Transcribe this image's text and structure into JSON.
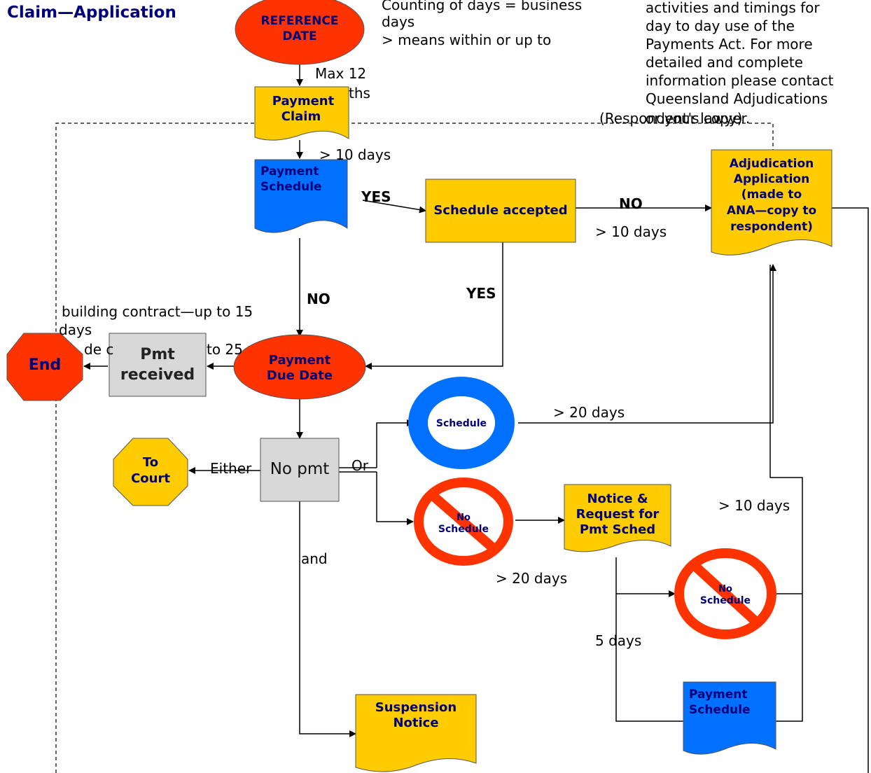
{
  "title": {
    "line1": "Claim—Application"
  },
  "legend": {
    "counting": "Counting of days = business",
    "counting_cont": "days",
    "means": "> means within or up to"
  },
  "note": {
    "line1": "activities and timings for",
    "line2": "day to day use of the",
    "line3": "Payments Act.  For more",
    "line4": "detailed and complete",
    "line5": "information please contact",
    "line6": "Queensland Adjudications",
    "line7": "or your lawyer."
  },
  "nodes": {
    "reference_date": [
      "REFERENCE",
      "DATE"
    ],
    "payment_claim": [
      "Payment",
      "Claim"
    ],
    "payment_schedule": [
      "Payment",
      "Schedule"
    ],
    "schedule_accepted": "Schedule accepted",
    "adjudication": [
      "Adjudication",
      "Application",
      "(made to",
      "ANA—copy to",
      "respondent)"
    ],
    "payment_due_date": [
      "Payment",
      "Due Date"
    ],
    "pmt_received": [
      "Pmt",
      "received"
    ],
    "end": "End",
    "no_pmt": "No pmt",
    "to_court": [
      "To",
      "Court"
    ],
    "schedule_ring": "Schedule",
    "no_schedule_1": [
      "No",
      "Schedule"
    ],
    "notice_request": [
      "Notice &",
      "Request for",
      "Pmt Sched"
    ],
    "no_schedule_2": [
      "No",
      "Schedule"
    ],
    "payment_schedule_2": [
      "Payment",
      "Schedule"
    ],
    "suspension": [
      "Suspension",
      "Notice"
    ]
  },
  "labels": {
    "max12": "Max 12",
    "ths": "ths",
    "respondent_copy": "(Respondent's copy)",
    "within10_a": "> 10 days",
    "yes_a": "YES",
    "no_a": "NO",
    "within10_b": "> 10 days",
    "no_b": "NO",
    "yes_b": "YES",
    "building": "building contract—up to 15",
    "building_days": "days",
    "trade_a": "de c",
    "trade_b": "to 25",
    "within20_a": "> 20 days",
    "within10_c": "> 10 days",
    "either": "Either",
    "or": "Or",
    "and": "and",
    "within20_b": "> 20 days",
    "five_days": "5 days"
  },
  "colors": {
    "yellow": "#ffcc00",
    "blue": "#0070ff",
    "red": "#ff3300",
    "grey": "#d8d8d8",
    "ring_blue": "#0070ff",
    "navy_text": "#00007a"
  }
}
